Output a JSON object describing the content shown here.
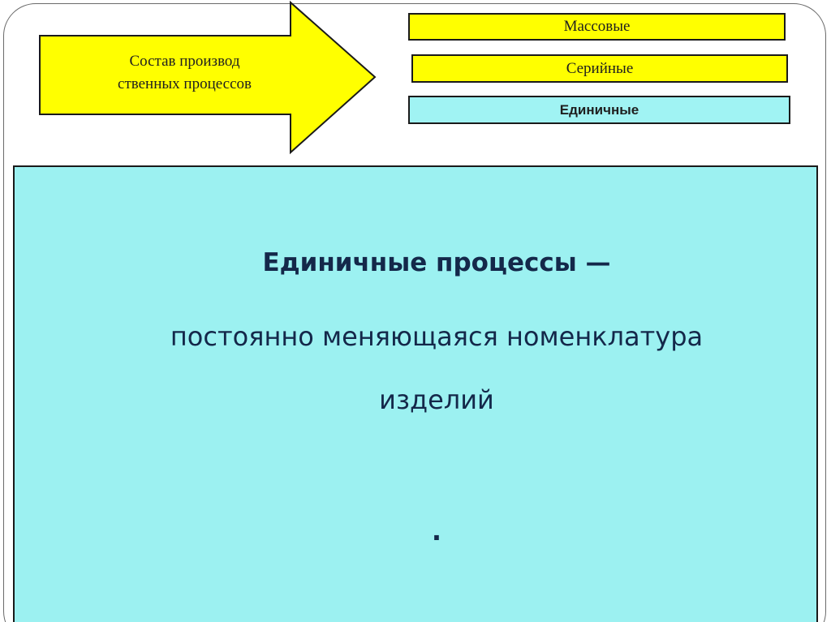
{
  "arrow": {
    "label": "Состав производ\nственных процессов",
    "color": "#ffff00"
  },
  "types": [
    {
      "label": "Массовые",
      "color": "#ffff00"
    },
    {
      "label": "Серийные",
      "color": "#ffff00"
    },
    {
      "label": "Единичные",
      "color": "#a0f3f3"
    }
  ],
  "content": {
    "heading": "Единичные  процессы —",
    "line1": "постоянно меняющаяся номенклатура",
    "line2": "изделий",
    "trailing": ".",
    "background": "#9cf1f1",
    "text_color": "#14284a"
  }
}
